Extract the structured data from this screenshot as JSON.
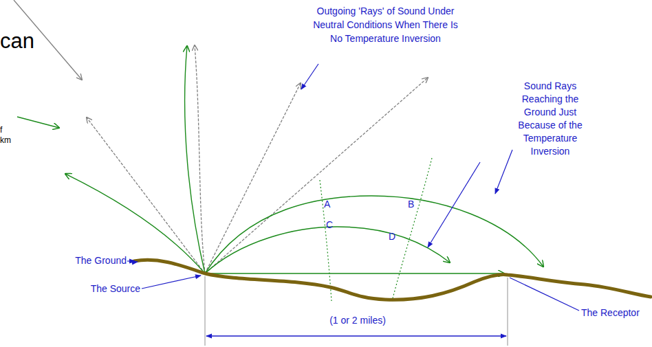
{
  "diagram": {
    "labels": [
      "can",
      "f",
      "km",
      "Outgoing 'Rays' of Sound Under Neutral Conditions When There Is No Temperature Inversion",
      "Sound Rays Reaching the Ground Just Because of the Temperature Inversion",
      "A",
      "B",
      "C",
      "D",
      "The Ground",
      "The Source",
      "The Receptor",
      "(1 or 2 miles)"
    ]
  }
}
